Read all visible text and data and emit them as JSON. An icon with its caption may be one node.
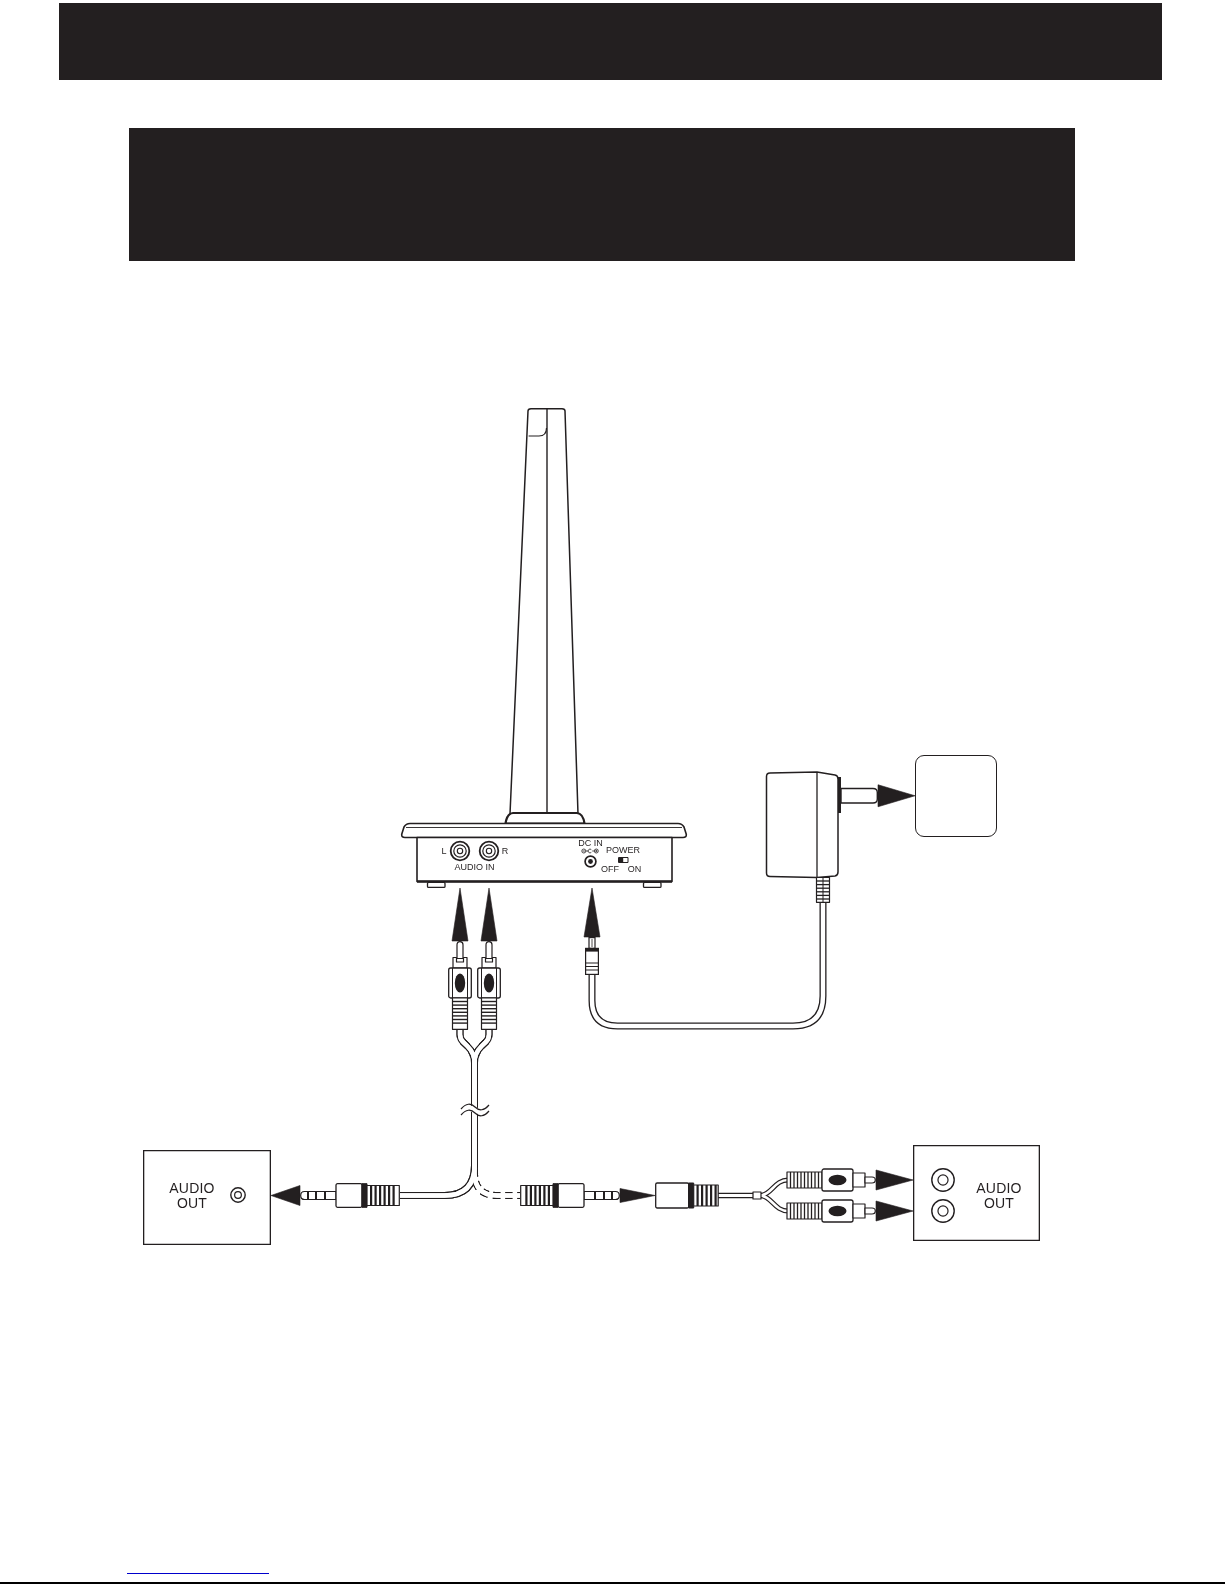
{
  "diagram": {
    "nodes": [
      {
        "text": [],
        "shape": "bar"
      },
      {
        "text": [],
        "shape": "picture"
      },
      {
        "text": [],
        "shape": "picture"
      },
      {
        "text": [],
        "shape": "box"
      },
      {
        "text": [],
        "shape": "picture"
      },
      {
        "text": [],
        "shape": "picture"
      },
      {
        "text": [],
        "shape": "picture"
      },
      {
        "text": [],
        "shape": "picture"
      },
      {
        "text": [
          "AUDIO OUT"
        ]
      },
      {
        "text": [],
        "shape": "picture"
      },
      {
        "text": [],
        "shape": "picture"
      },
      {
        "text": [
          "AUDIO OUT"
        ]
      }
    ],
    "edges": [
      {
        "from": 2,
        "to": 3,
        "arrow": "to"
      },
      {
        "from": 5,
        "to": 1,
        "arrow": "to"
      },
      {
        "from": 6,
        "to": 1,
        "arrow": "to"
      },
      {
        "from": 4,
        "to": 1,
        "arrow": "to"
      },
      {
        "from": 2,
        "to": 4,
        "arrow": "none"
      },
      {
        "from": 5,
        "to": 7,
        "arrow": "none"
      },
      {
        "from": 6,
        "to": 7,
        "arrow": "none"
      },
      {
        "from": 5,
        "to": 9,
        "arrow": "none",
        "style": "dashed"
      },
      {
        "from": 6,
        "to": 9,
        "arrow": "none",
        "style": "dashed"
      },
      {
        "from": 7,
        "to": 8,
        "arrow": "to"
      },
      {
        "from": 9,
        "to": 10,
        "arrow": "to"
      },
      {
        "from": 10,
        "to": 11,
        "arrow": "to"
      },
      {
        "from": 10,
        "to": 11,
        "arrow": "to"
      }
    ],
    "labels": [
      "L",
      "AUDIO IN",
      "R",
      "DC IN",
      "POWER",
      "OFF",
      "ON"
    ]
  }
}
